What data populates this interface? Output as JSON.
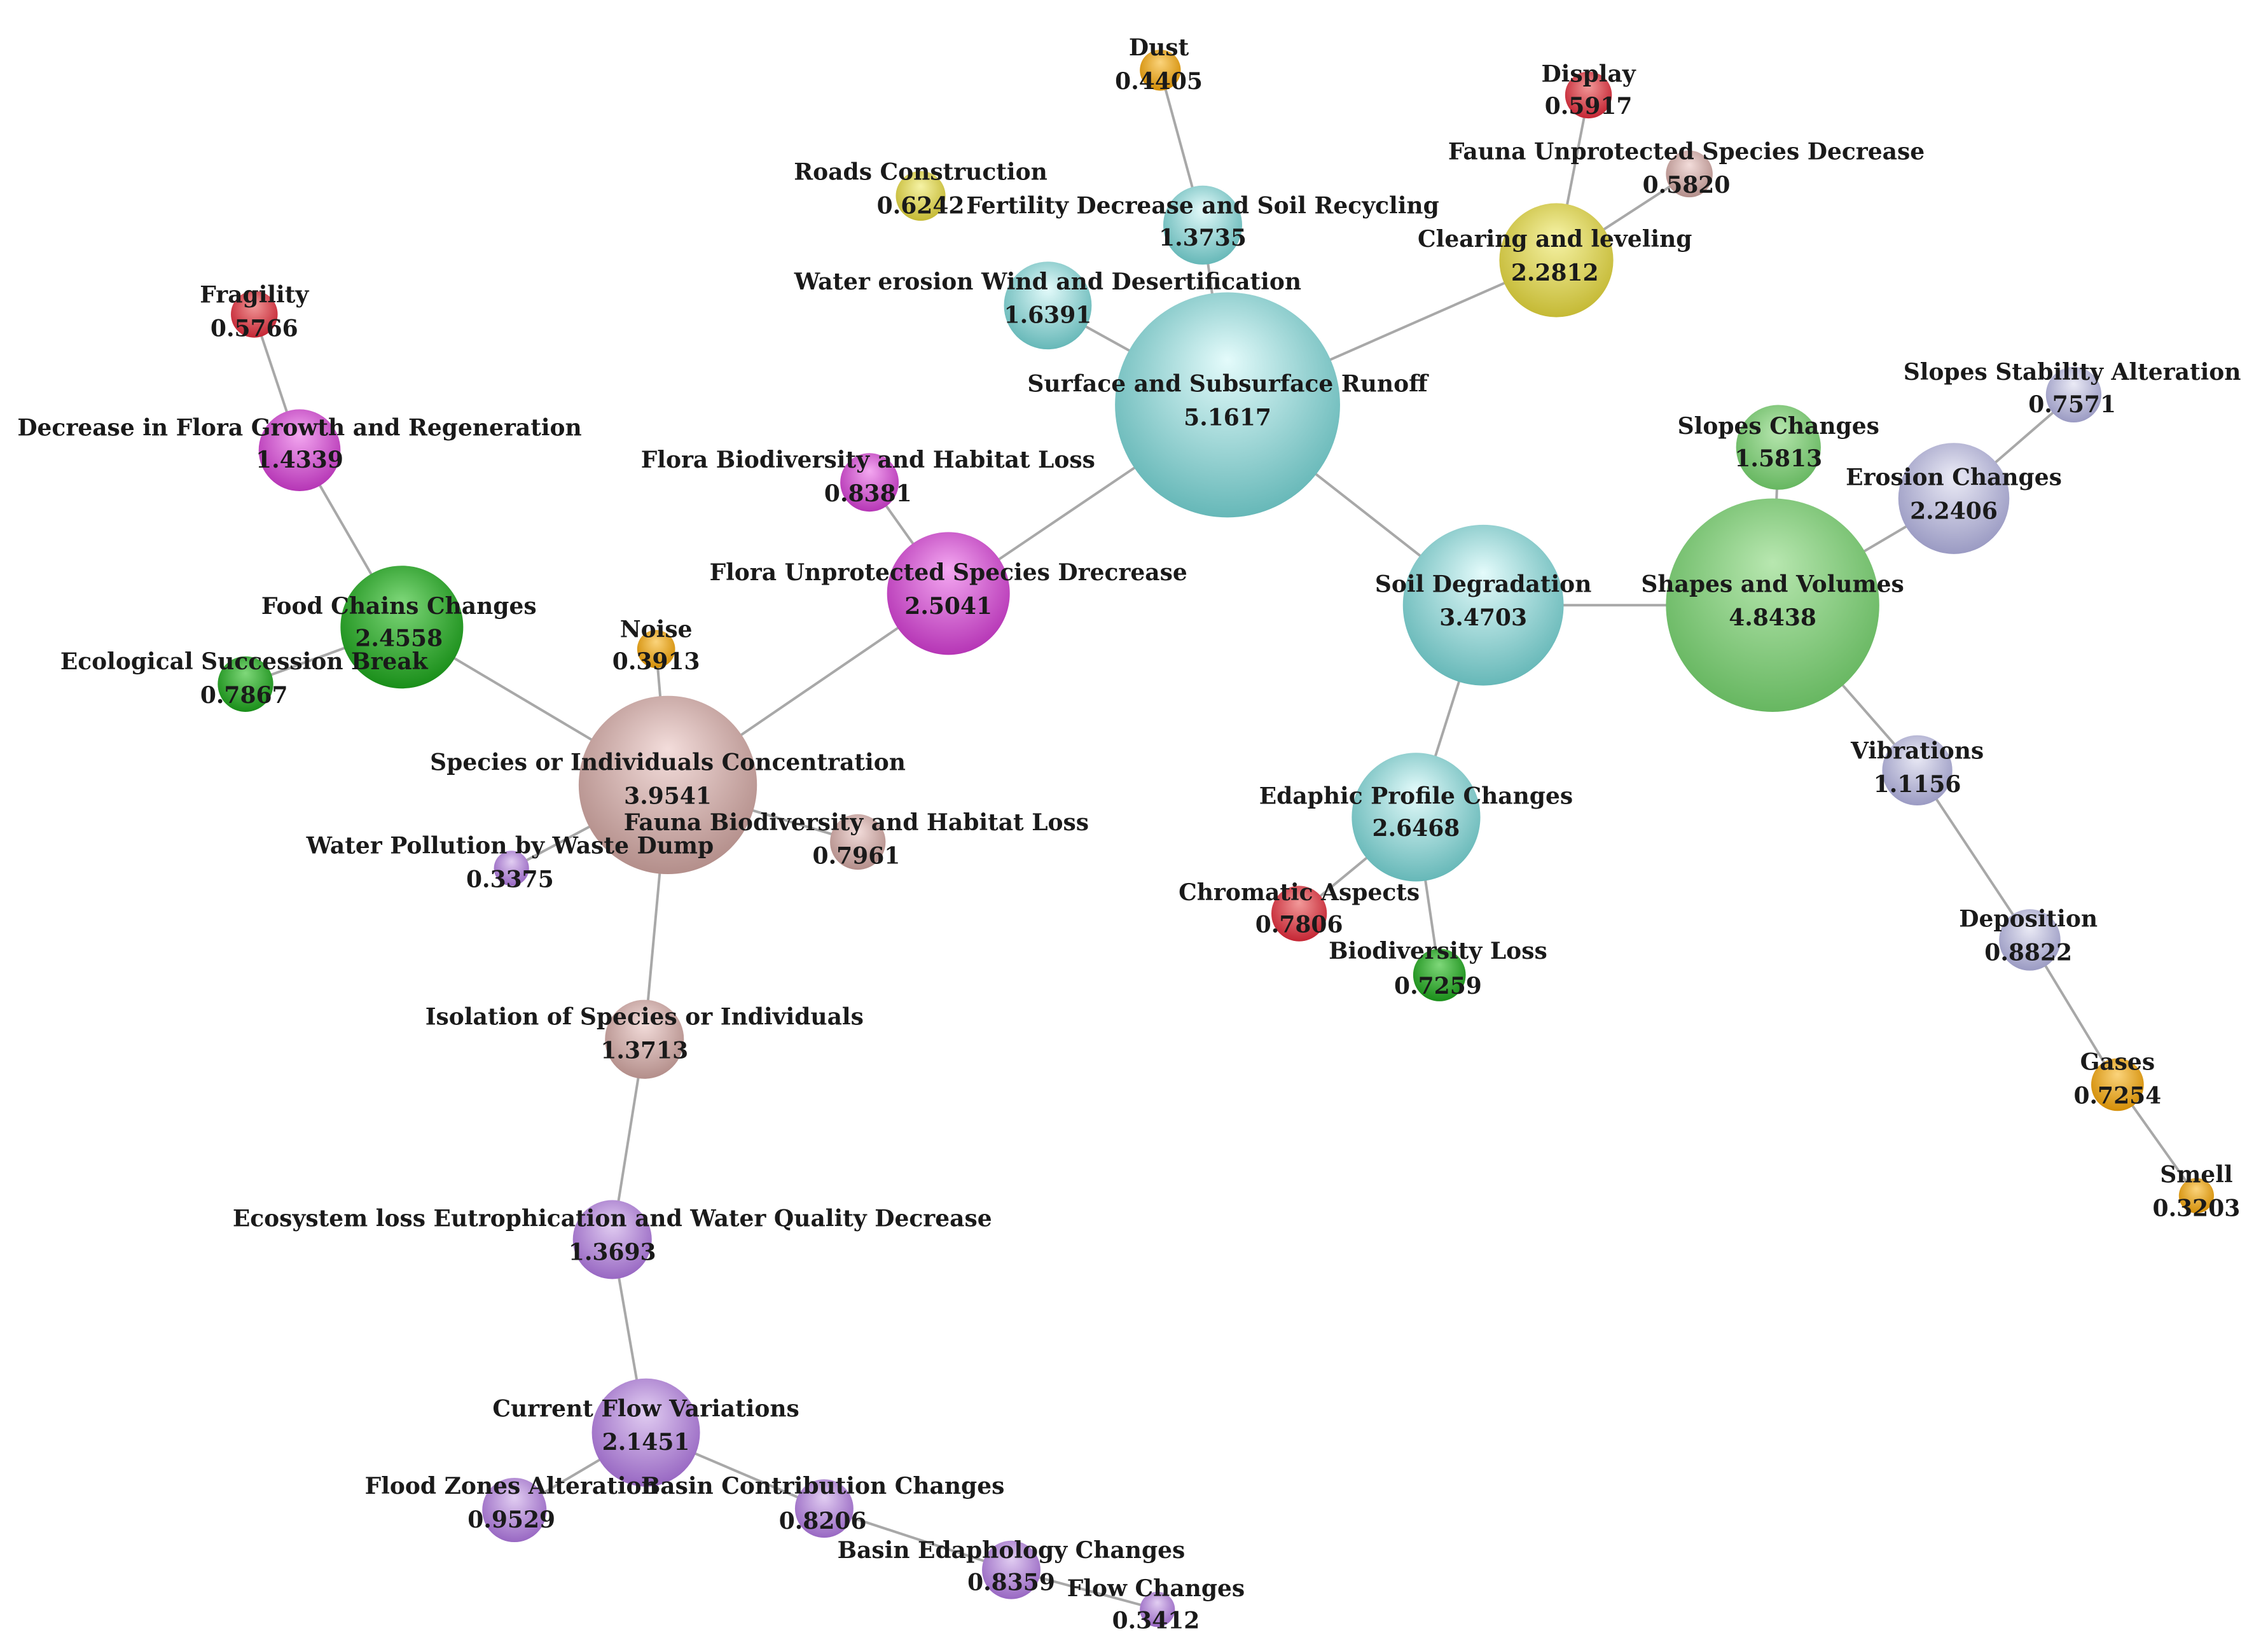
{
  "groups": {
    "teal": {
      "light": "#e4fbfb",
      "dark": "#5fb4b4"
    },
    "pink": {
      "light": "#f3dddb",
      "dark": "#b08a86"
    },
    "green": {
      "light": "#b8e7b0",
      "dark": "#62b45c"
    },
    "darkgreen": {
      "light": "#7fd87a",
      "dark": "#148a14"
    },
    "magenta": {
      "light": "#f4a8f1",
      "dark": "#b22fb2"
    },
    "purple": {
      "light": "#e2cef2",
      "dark": "#9462c0"
    },
    "lavender": {
      "light": "#ebebf6",
      "dark": "#9696c0"
    },
    "yellow": {
      "light": "#f6f3a6",
      "dark": "#c2b62e"
    },
    "red": {
      "light": "#f29a9a",
      "dark": "#c21f2e"
    },
    "orange": {
      "light": "#fbd47c",
      "dark": "#d18a00"
    }
  },
  "nodes": [
    {
      "id": "surface-runoff",
      "label": "Surface and Subsurface Runoff",
      "value": "5.1617",
      "weight": 5.1617,
      "group": "teal"
    },
    {
      "id": "shapes-volumes",
      "label": "Shapes and Volumes",
      "value": "4.8438",
      "weight": 4.8438,
      "group": "green"
    },
    {
      "id": "species-concentration",
      "label": "Species or Individuals Concentration",
      "value": "3.9541",
      "weight": 3.9541,
      "group": "pink"
    },
    {
      "id": "soil-degradation",
      "label": "Soil Degradation",
      "value": "3.4703",
      "weight": 3.4703,
      "group": "teal"
    },
    {
      "id": "edaphic-profile",
      "label": "Edaphic Profile Changes",
      "value": "2.6468",
      "weight": 2.6468,
      "group": "teal"
    },
    {
      "id": "flora-unprotected",
      "label": "Flora Unprotected Species Drecrease",
      "value": "2.5041",
      "weight": 2.5041,
      "group": "magenta"
    },
    {
      "id": "food-chains",
      "label": "Food Chains Changes",
      "value": "2.4558",
      "weight": 2.4558,
      "group": "darkgreen"
    },
    {
      "id": "clearing-leveling",
      "label": "Clearing and leveling",
      "value": "2.2812",
      "weight": 2.2812,
      "group": "yellow"
    },
    {
      "id": "erosion-changes",
      "label": "Erosion Changes",
      "value": "2.2406",
      "weight": 2.2406,
      "group": "lavender"
    },
    {
      "id": "current-flow",
      "label": "Current Flow Variations",
      "value": "2.1451",
      "weight": 2.1451,
      "group": "purple"
    },
    {
      "id": "water-erosion",
      "label": "Water erosion Wind and Desertification",
      "value": "1.6391",
      "weight": 1.6391,
      "group": "teal"
    },
    {
      "id": "slopes-changes",
      "label": "Slopes Changes",
      "value": "1.5813",
      "weight": 1.5813,
      "group": "green"
    },
    {
      "id": "flora-growth",
      "label": "Decrease in Flora Growth and Regeneration",
      "value": "1.4339",
      "weight": 1.4339,
      "group": "magenta"
    },
    {
      "id": "fertility-decrease",
      "label": "Fertility Decrease and Soil Recycling",
      "value": "1.3735",
      "weight": 1.3735,
      "group": "teal"
    },
    {
      "id": "isolation-species",
      "label": "Isolation of Species or Individuals",
      "value": "1.3713",
      "weight": 1.3713,
      "group": "pink"
    },
    {
      "id": "ecosystem-loss",
      "label": "Ecosystem loss Eutrophication and Water Quality Decrease",
      "value": "1.3693",
      "weight": 1.3693,
      "group": "purple"
    },
    {
      "id": "vibrations",
      "label": "Vibrations",
      "value": "1.1156",
      "weight": 1.1156,
      "group": "lavender"
    },
    {
      "id": "flood-zones",
      "label": "Flood Zones Alteration",
      "value": "0.9529",
      "weight": 0.9529,
      "group": "purple"
    },
    {
      "id": "deposition",
      "label": "Deposition",
      "value": "0.8822",
      "weight": 0.8822,
      "group": "lavender"
    },
    {
      "id": "flora-biodiversity",
      "label": "Flora Biodiversity and Habitat Loss",
      "value": "0.8381",
      "weight": 0.8381,
      "group": "magenta"
    },
    {
      "id": "basin-edaphology",
      "label": "Basin Edaphology Changes",
      "value": "0.8359",
      "weight": 0.8359,
      "group": "purple"
    },
    {
      "id": "basin-contribution",
      "label": "Basin Contribution Changes",
      "value": "0.8206",
      "weight": 0.8206,
      "group": "purple"
    },
    {
      "id": "fauna-biodiversity",
      "label": "Fauna Biodiversity and Habitat Loss",
      "value": "0.7961",
      "weight": 0.7961,
      "group": "pink"
    },
    {
      "id": "ecological-succession",
      "label": "Ecological Succession Break",
      "value": "0.7867",
      "weight": 0.7867,
      "group": "darkgreen"
    },
    {
      "id": "chromatic-aspects",
      "label": "Chromatic Aspects",
      "value": "0.7806",
      "weight": 0.7806,
      "group": "red"
    },
    {
      "id": "slopes-stability",
      "label": "Slopes Stability Alteration",
      "value": "0.7571",
      "weight": 0.7571,
      "group": "lavender"
    },
    {
      "id": "biodiversity-loss",
      "label": "Biodiversity Loss",
      "value": "0.7259",
      "weight": 0.7259,
      "group": "darkgreen"
    },
    {
      "id": "gases",
      "label": "Gases",
      "value": "0.7254",
      "weight": 0.7254,
      "group": "orange"
    },
    {
      "id": "roads-construction",
      "label": "Roads Construction",
      "value": "0.6242",
      "weight": 0.6242,
      "group": "yellow"
    },
    {
      "id": "display",
      "label": "Display",
      "value": "0.5917",
      "weight": 0.5917,
      "group": "red"
    },
    {
      "id": "fauna-unprotected",
      "label": "Fauna Unprotected Species Decrease",
      "value": "0.5820",
      "weight": 0.582,
      "group": "pink"
    },
    {
      "id": "fragility",
      "label": "Fragility",
      "value": "0.5766",
      "weight": 0.5766,
      "group": "red"
    },
    {
      "id": "dust",
      "label": "Dust",
      "value": "0.4405",
      "weight": 0.4405,
      "group": "orange"
    },
    {
      "id": "noise",
      "label": "Noise",
      "value": "0.3913",
      "weight": 0.3913,
      "group": "orange"
    },
    {
      "id": "water-pollution",
      "label": "Water Pollution by Waste Dump",
      "value": "0.3375",
      "weight": 0.3375,
      "group": "purple"
    },
    {
      "id": "flow-changes",
      "label": "Flow Changes",
      "value": "0.3412",
      "weight": 0.3412,
      "group": "purple"
    },
    {
      "id": "smell",
      "label": "Smell",
      "value": "0.3203",
      "weight": 0.3203,
      "group": "orange"
    }
  ],
  "edges": [
    [
      "surface-runoff",
      "soil-degradation"
    ],
    [
      "surface-runoff",
      "flora-unprotected"
    ],
    [
      "surface-runoff",
      "clearing-leveling"
    ],
    [
      "surface-runoff",
      "water-erosion"
    ],
    [
      "surface-runoff",
      "fertility-decrease"
    ],
    [
      "fertility-decrease",
      "dust"
    ],
    [
      "clearing-leveling",
      "display"
    ],
    [
      "clearing-leveling",
      "fauna-unprotected"
    ],
    [
      "soil-degradation",
      "shapes-volumes"
    ],
    [
      "soil-degradation",
      "edaphic-profile"
    ],
    [
      "edaphic-profile",
      "chromatic-aspects"
    ],
    [
      "edaphic-profile",
      "biodiversity-loss"
    ],
    [
      "shapes-volumes",
      "slopes-changes"
    ],
    [
      "shapes-volumes",
      "erosion-changes"
    ],
    [
      "shapes-volumes",
      "vibrations"
    ],
    [
      "erosion-changes",
      "slopes-stability"
    ],
    [
      "vibrations",
      "deposition"
    ],
    [
      "deposition",
      "gases"
    ],
    [
      "gases",
      "smell"
    ],
    [
      "flora-unprotected",
      "flora-biodiversity"
    ],
    [
      "flora-unprotected",
      "species-concentration"
    ],
    [
      "species-concentration",
      "food-chains"
    ],
    [
      "species-concentration",
      "noise"
    ],
    [
      "species-concentration",
      "fauna-biodiversity"
    ],
    [
      "species-concentration",
      "water-pollution"
    ],
    [
      "species-concentration",
      "isolation-species"
    ],
    [
      "food-chains",
      "flora-growth"
    ],
    [
      "food-chains",
      "ecological-succession"
    ],
    [
      "flora-growth",
      "fragility"
    ],
    [
      "isolation-species",
      "ecosystem-loss"
    ],
    [
      "ecosystem-loss",
      "current-flow"
    ],
    [
      "current-flow",
      "flood-zones"
    ],
    [
      "current-flow",
      "basin-contribution"
    ],
    [
      "basin-contribution",
      "basin-edaphology"
    ],
    [
      "basin-edaphology",
      "flow-changes"
    ]
  ]
}
